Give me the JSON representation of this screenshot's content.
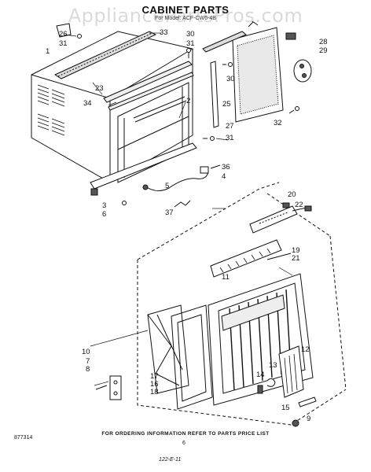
{
  "header": {
    "title": "CABINET PARTS",
    "subtitle": "For Model: ACF-CW6-4B",
    "watermark": "AppliancePartsPros.com"
  },
  "callouts": {
    "n26": "26",
    "n31a": "31",
    "n1": "1",
    "n33": "33",
    "n30a": "30",
    "n31b": "31",
    "n28": "28",
    "n29": "29",
    "n30b": "30",
    "n23": "23",
    "n34": "34",
    "n2": "2",
    "n25": "25",
    "n27": "27",
    "n31c": "31",
    "n32": "32",
    "n36": "36",
    "n4": "4",
    "n5": "5",
    "n3": "3",
    "n6": "6",
    "n37": "37",
    "n20": "20",
    "n22": "22",
    "n19": "19",
    "n21": "21",
    "n11": "11",
    "n10": "10",
    "n7": "7",
    "n8": "8",
    "n17": "17",
    "n16": "16",
    "n18": "18",
    "n12": "12",
    "n13": "13",
    "n14": "14",
    "n15": "15",
    "n9": "9"
  },
  "footer": {
    "note": "FOR ORDERING INFORMATION REFER TO PARTS PRICE LIST",
    "page": "6",
    "left_code": "877314",
    "bottom_code": "122-E-11"
  }
}
